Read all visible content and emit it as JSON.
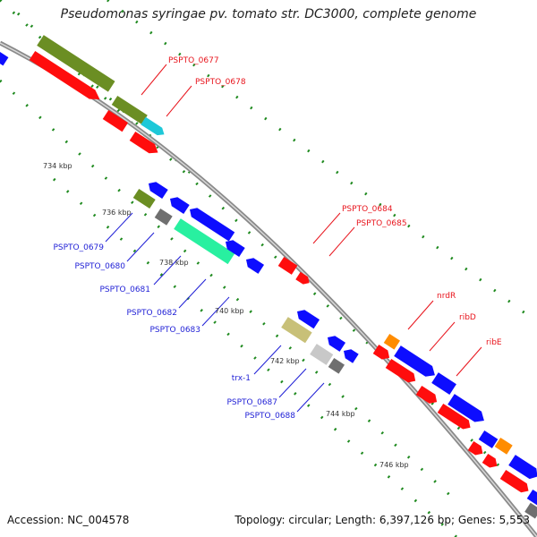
{
  "title": "Pseudomonas syringae pv. tomato str. DC3000, complete genome",
  "footer": {
    "accession": "Accession: NC_004578",
    "summary": "Topology: circular; Length: 6,397,126 bp; Genes: 5,553"
  },
  "colors": {
    "backbone": "#8a8a8a",
    "tick": "#1f8a1f",
    "label_forward": "#e8141c",
    "label_reverse": "#1f1fd6",
    "gene_red": "#ff0d0d",
    "gene_blue": "#0d0dff",
    "gene_olive": "#6b8e23",
    "gene_khaki": "#c8c078",
    "gene_cyan": "#1ec8d8",
    "gene_grey": "#6f6f6f",
    "gene_silver": "#c8c8c8",
    "gene_spring": "#28f0a0",
    "gene_orange": "#ff8c00"
  },
  "scale_labels": [
    "734 kbp",
    "736 kbp",
    "738 kbp",
    "740 kbp",
    "742 kbp",
    "744 kbp",
    "746 kbp"
  ],
  "gene_labels_top": [
    "PSPTO_0677",
    "PSPTO_0678",
    "PSPTO_0684",
    "PSPTO_0685",
    "nrdR",
    "ribD",
    "ribE"
  ],
  "gene_labels_bottom": [
    "PSPTO_0679",
    "PSPTO_0680",
    "PSPTO_0681",
    "PSPTO_0682",
    "PSPTO_0683",
    "trx-1",
    "PSPTO_0687",
    "PSPTO_0688"
  ]
}
